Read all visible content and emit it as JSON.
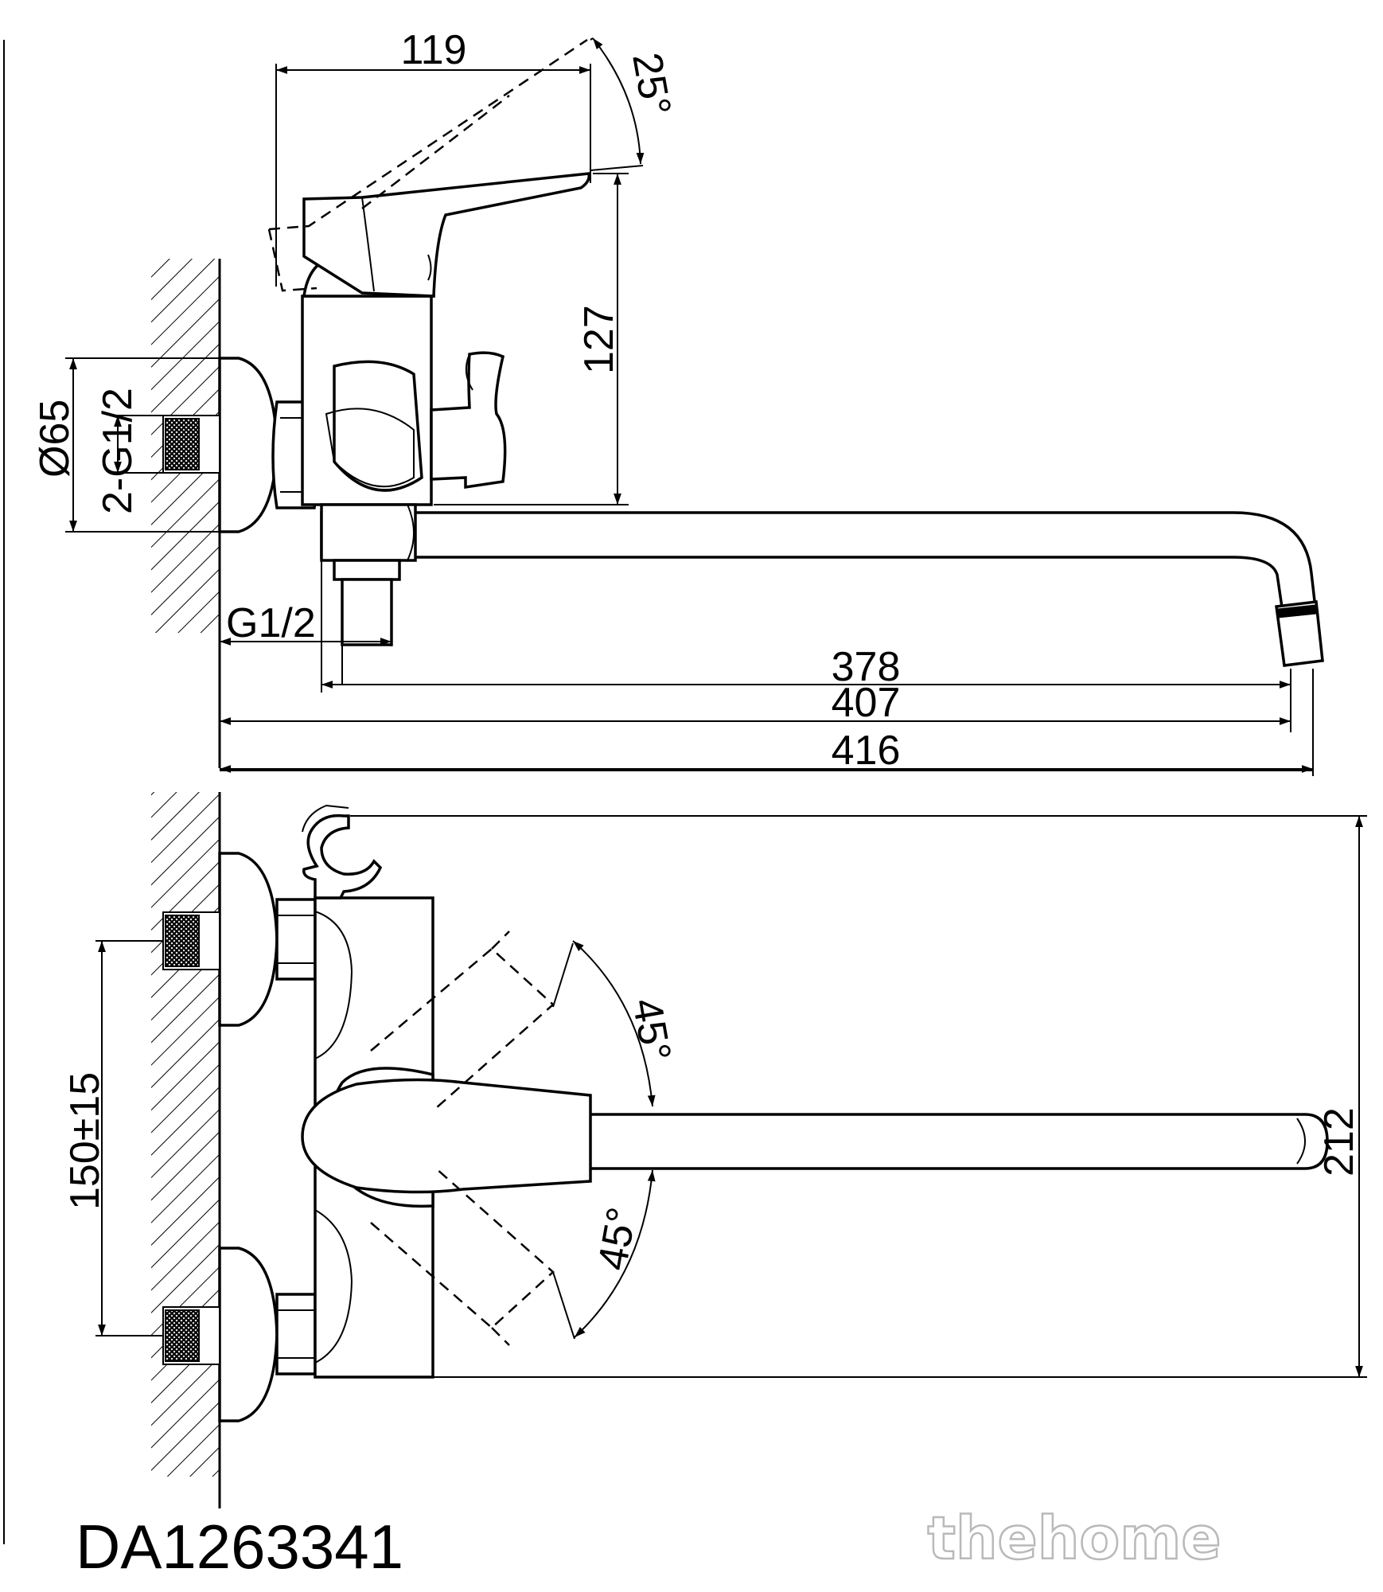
{
  "model_code": "DA1263341",
  "watermark": "thehome",
  "side_view": {
    "dims": {
      "lever_depth": "119",
      "lever_angle": "25°",
      "body_height": "127",
      "flange_diameter": "Ø65",
      "inlet_thread": "2-G1/2",
      "outlet_thread": "G1/2",
      "spout_length": "378",
      "reach": "407",
      "overall_length": "416"
    }
  },
  "front_view": {
    "dims": {
      "center_distance": "150±15",
      "overall_height": "212",
      "upper_angle": "45°",
      "lower_angle": "45°"
    }
  },
  "colors": {
    "ink": "#000000",
    "watermark": "#b9b9b9"
  }
}
